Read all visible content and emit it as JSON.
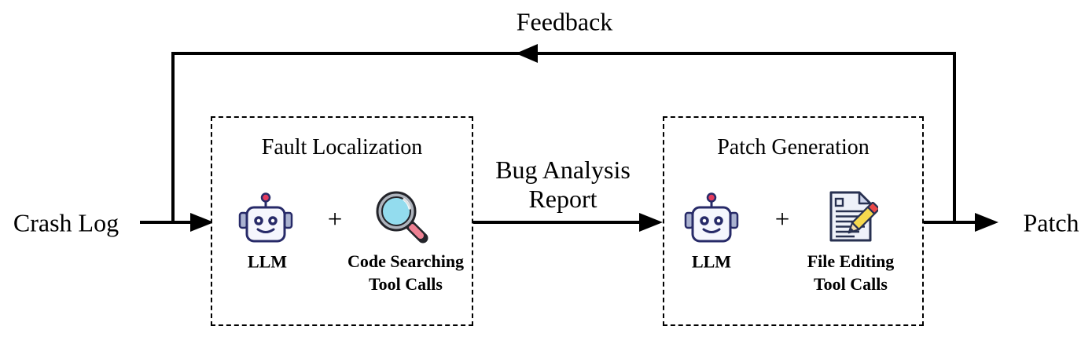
{
  "labels": {
    "feedback": "Feedback",
    "crash_log": "Crash Log",
    "patch": "Patch",
    "bug_analysis_line1": "Bug Analysis",
    "bug_analysis_line2": "Report"
  },
  "fault_localization": {
    "title": "Fault Localization",
    "plus": "+",
    "llm_label": "LLM",
    "llm_icon": "robot-face-icon",
    "tool_icon": "magnifying-glass-icon",
    "tool_line1": "Code Searching",
    "tool_line2": "Tool Calls"
  },
  "patch_generation": {
    "title": "Patch Generation",
    "plus": "+",
    "llm_label": "LLM",
    "llm_icon": "robot-face-icon",
    "tool_icon": "memo-with-pencil-icon",
    "tool_line1": "File Editing",
    "tool_line2": "Tool Calls"
  },
  "colors": {
    "line": "#000000",
    "robot_outline": "#272a68",
    "robot_face": "#f5f6fd",
    "robot_ear": "#aab2d0",
    "robot_antenna": "#e43b5f",
    "eye_fill": "#ffffff",
    "magnifier_ring": "#aeb4bd",
    "magnifier_lens": "#93dcee",
    "magnifier_handle": "#ee8193",
    "magnifier_dark": "#23242a",
    "page_fill": "#eef1f9",
    "page_fold": "#ccd3ea",
    "ink_outline": "#273050",
    "pencil_body": "#f6d94e",
    "pencil_eraser": "#ea4848",
    "pencil_wood": "#f3ddae"
  }
}
